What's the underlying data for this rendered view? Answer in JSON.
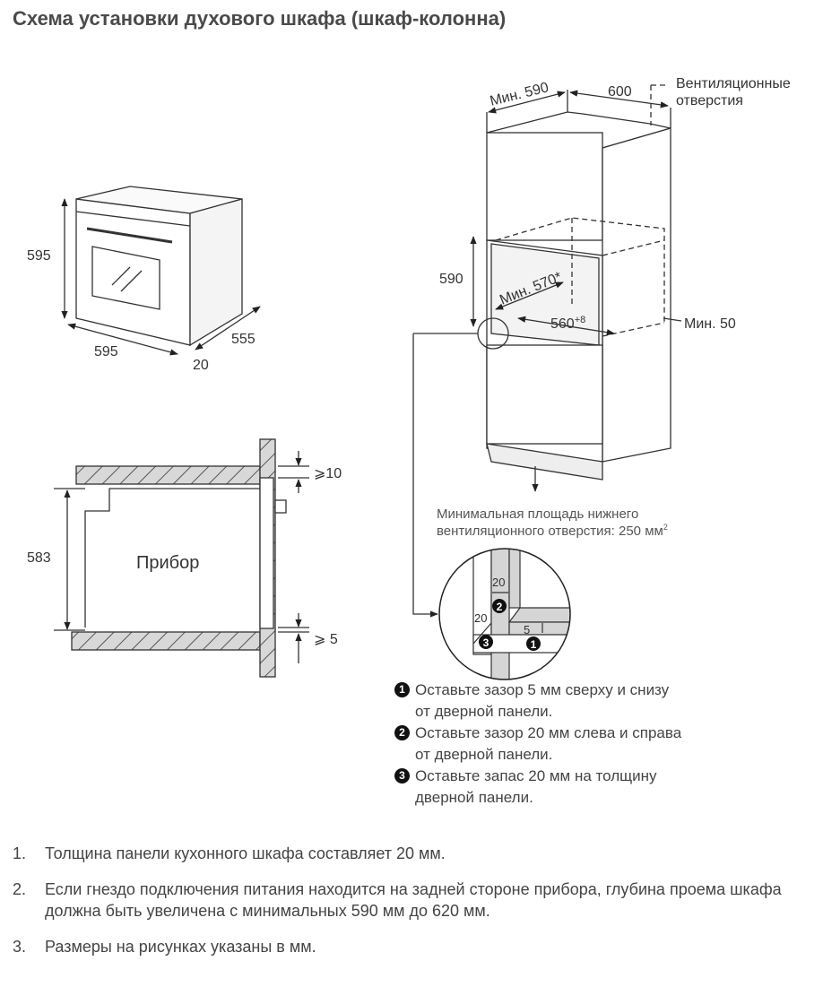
{
  "title": "Схема установки духового шкафа (шкаф-колонна)",
  "oven_3d": {
    "height": "595",
    "width": "595",
    "depth": "555",
    "door": "20"
  },
  "section": {
    "label": "Прибор",
    "height": "583",
    "gap_top": "⩾10",
    "gap_bottom": "⩾ 5"
  },
  "cabinet": {
    "depth_min": "Мин. 590",
    "width": "600",
    "vent_label_1": "Вентиляционные",
    "vent_label_2": "отверстия",
    "niche_height": "590",
    "niche_depth": "Мин. 570*",
    "niche_width": "560",
    "niche_width_tol": "+8",
    "min_50": "Мин. 50",
    "bottom_vent_1": "Минимальная площадь нижнего",
    "bottom_vent_2": "вентиляционного отверстия: 250 мм",
    "bottom_vent_sup": "2"
  },
  "detail": {
    "dim_a": "20",
    "dim_b": "20",
    "dim_c": "5",
    "m1": "1",
    "m2": "2",
    "m3": "3"
  },
  "steps": [
    {
      "n": "1",
      "line1": "Оставьте зазор 5 мм сверху и снизу",
      "line2": "от дверной панели."
    },
    {
      "n": "2",
      "line1": "Оставьте зазор 20 мм слева и справа",
      "line2": "от дверной панели."
    },
    {
      "n": "3",
      "line1": "Оставьте запас 20 мм на толщину",
      "line2": "дверной панели."
    }
  ],
  "notes": [
    {
      "n": "1.",
      "text": "Толщина панели кухонного шкафа составляет 20 мм."
    },
    {
      "n": "2.",
      "text": "Если гнездо подключения питания находится на задней стороне прибора, глубина проема шкафа должна быть увеличена с минимальных 590 мм до 620 мм."
    },
    {
      "n": "3.",
      "text": "Размеры на рисунках указаны в мм."
    }
  ]
}
